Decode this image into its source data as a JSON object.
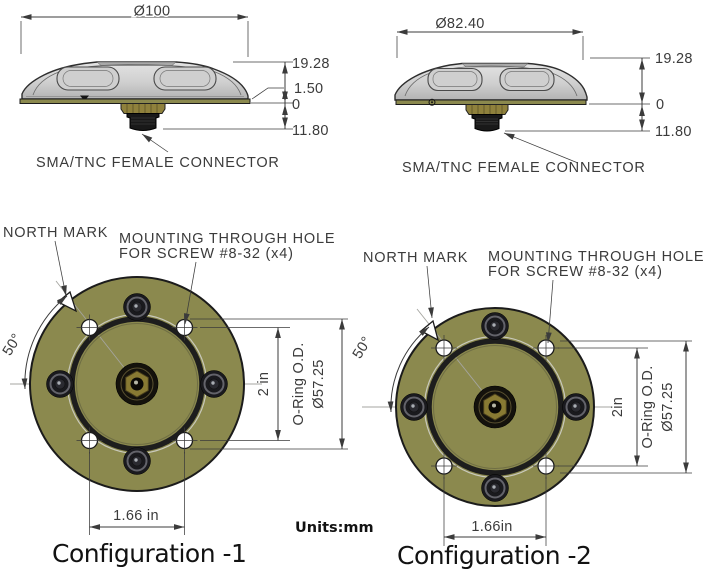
{
  "units_label": "Units:mm",
  "side_view_1": {
    "diameter": "Ø100",
    "h_top": "19.28",
    "h_plate": "1.50",
    "h_zero": "0",
    "h_bottom": "11.80",
    "connector_label": "SMA/TNC FEMALE CONNECTOR"
  },
  "side_view_2": {
    "diameter": "Ø82.40",
    "h_top": "19.28",
    "h_zero": "0",
    "h_bottom": "11.80",
    "connector_label": "SMA/TNC FEMALE CONNECTOR"
  },
  "top_view_1": {
    "north_mark": "NORTH MARK",
    "mount_line1": "MOUNTING THROUGH HOLE",
    "mount_line2": "FOR SCREW #8-32 (x4)",
    "angle": "50°",
    "vertical_spacing": "2 in",
    "oring_od": "O-Ring O.D.",
    "oring_dia": "Ø57.25",
    "horizontal_spacing": "1.66 in",
    "caption": "Configuration -1"
  },
  "top_view_2": {
    "north_mark": "NORTH MARK",
    "mount_line1": "MOUNTING THROUGH HOLE",
    "mount_line2": "FOR SCREW #8-32 (x4)",
    "angle": "50°",
    "vertical_spacing": "2in",
    "oring_od": "O-Ring O.D.",
    "oring_dia": "Ø57.25",
    "horizontal_spacing": "1.66in",
    "caption": "Configuration -2"
  },
  "colors": {
    "plate_olive": "#8b894e",
    "oring_black": "#1d1d1d",
    "dim_text": "#3b3b3b",
    "caption_text": "#121212"
  }
}
